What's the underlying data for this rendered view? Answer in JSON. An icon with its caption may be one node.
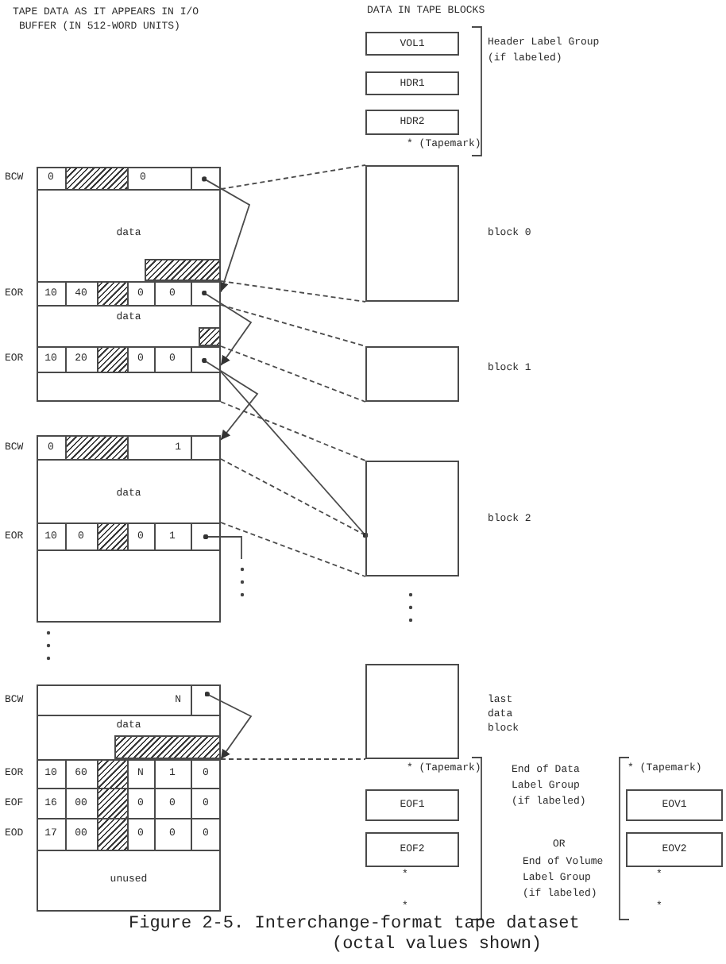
{
  "diagram": {
    "caption": "Figure 2-5. Interchange-format tape dataset (octal values shown)",
    "nodes": [
      {
        "text": [
          "BCW"
        ]
      },
      {
        "text": [
          "0"
        ],
        "in": 0
      },
      {
        "text": [],
        "shape": "box",
        "in": 0
      },
      {
        "text": [
          "0"
        ],
        "in": 0
      },
      {
        "text": [],
        "shape": "box",
        "in": 0
      },
      {
        "text": [
          "data"
        ]
      },
      {
        "text": [],
        "shape": "box",
        "in": 5
      },
      {
        "text": [
          "EOR"
        ]
      },
      {
        "text": [
          "10"
        ],
        "in": 7
      },
      {
        "text": [
          "40"
        ],
        "in": 7
      },
      {
        "text": [],
        "shape": "box",
        "in": 7
      },
      {
        "text": [
          "0"
        ],
        "in": 7
      },
      {
        "text": [
          "0"
        ],
        "in": 7
      },
      {
        "text": [],
        "shape": "box",
        "in": 7
      },
      {
        "text": [
          "data"
        ]
      },
      {
        "text": [],
        "shape": "box",
        "in": 14
      },
      {
        "text": [
          "EOR"
        ]
      },
      {
        "text": [
          "10"
        ],
        "in": 16
      },
      {
        "text": [
          "20"
        ],
        "in": 16
      },
      {
        "text": [],
        "shape": "box",
        "in": 16
      },
      {
        "text": [
          "0"
        ],
        "in": 16
      },
      {
        "text": [
          "0"
        ],
        "in": 16
      },
      {
        "text": [],
        "shape": "box",
        "in": 16
      },
      {
        "text": [],
        "shape": "box"
      },
      {
        "text": [
          "BCW"
        ]
      },
      {
        "text": [
          "0"
        ],
        "in": 24
      },
      {
        "text": [],
        "shape": "box",
        "in": 24
      },
      {
        "text": [
          "1"
        ],
        "in": 24
      },
      {
        "text": [],
        "shape": "box",
        "in": 24
      },
      {
        "text": [
          "data"
        ]
      },
      {
        "text": [
          "EOR"
        ]
      },
      {
        "text": [
          "10"
        ],
        "in": 30
      },
      {
        "text": [
          "0"
        ],
        "in": 30
      },
      {
        "text": [],
        "shape": "box",
        "in": 30
      },
      {
        "text": [
          "0"
        ],
        "in": 30
      },
      {
        "text": [
          "1"
        ],
        "in": 30
      },
      {
        "text": [],
        "shape": "box",
        "in": 30
      },
      {
        "text": [],
        "shape": "box"
      },
      {
        "text": [
          "BCW"
        ]
      },
      {
        "text": [
          "N"
        ],
        "in": 38
      },
      {
        "text": [],
        "shape": "box",
        "in": 38
      },
      {
        "text": [
          "data"
        ]
      },
      {
        "text": [],
        "shape": "box",
        "in": 41
      },
      {
        "text": [
          "EOR"
        ]
      },
      {
        "text": [
          "10"
        ],
        "in": 43
      },
      {
        "text": [
          "60"
        ],
        "in": 43
      },
      {
        "text": [],
        "shape": "box",
        "in": 43
      },
      {
        "text": [
          "N"
        ],
        "in": 43
      },
      {
        "text": [
          "1"
        ],
        "in": 43
      },
      {
        "text": [
          "0"
        ],
        "in": 43
      },
      {
        "text": [
          "EOF"
        ]
      },
      {
        "text": [
          "16"
        ],
        "in": 50
      },
      {
        "text": [
          "00"
        ],
        "in": 50
      },
      {
        "text": [],
        "shape": "box",
        "in": 50
      },
      {
        "text": [
          "0"
        ],
        "in": 50
      },
      {
        "text": [
          "0"
        ],
        "in": 50
      },
      {
        "text": [
          "0"
        ],
        "in": 50
      },
      {
        "text": [
          "EOD"
        ]
      },
      {
        "text": [
          "17"
        ],
        "in": 57
      },
      {
        "text": [
          "00"
        ],
        "in": 57
      },
      {
        "text": [],
        "shape": "box",
        "in": 57
      },
      {
        "text": [
          "0"
        ],
        "in": 57
      },
      {
        "text": [
          "0"
        ],
        "in": 57
      },
      {
        "text": [
          "0"
        ],
        "in": 57
      },
      {
        "text": [
          "unused"
        ]
      },
      {
        "text": [
          "VOL1"
        ]
      },
      {
        "text": [
          "HDR1"
        ]
      },
      {
        "text": [
          "HDR2"
        ]
      },
      {
        "text": [],
        "shape": "box",
        "beside": [
          "block 0"
        ]
      },
      {
        "text": [],
        "shape": "box",
        "beside": [
          "block 1"
        ]
      },
      {
        "text": [],
        "shape": "box",
        "beside": [
          "block 2"
        ]
      },
      {
        "text": [],
        "shape": "box",
        "beside": [
          "last data block"
        ]
      },
      {
        "text": [
          "EOF1"
        ]
      },
      {
        "text": [
          "EOF2"
        ]
      },
      {
        "text": [
          "EOV1"
        ]
      },
      {
        "text": [
          "EOV2"
        ]
      }
    ],
    "edges": [
      {
        "from": 4,
        "to": 13,
        "arrow": "to"
      },
      {
        "from": 13,
        "to": 22,
        "arrow": "to"
      },
      {
        "from": 22,
        "to": 28,
        "arrow": "to"
      },
      {
        "from": 36,
        "to": null,
        "arrow": "other"
      },
      {
        "from": 40,
        "to": 49,
        "arrow": "to"
      },
      {
        "from": 0,
        "to": 68,
        "arrow": "none",
        "style": "dashed"
      },
      {
        "from": 7,
        "to": 68,
        "arrow": "none",
        "style": "dashed"
      },
      {
        "from": 7,
        "to": 69,
        "arrow": "none",
        "style": "dashed"
      },
      {
        "from": 16,
        "to": 69,
        "arrow": "none",
        "style": "dashed"
      },
      {
        "from": 70,
        "to": 16,
        "arrow": "other"
      },
      {
        "from": 23,
        "to": 70,
        "arrow": "none",
        "style": "dashed"
      },
      {
        "from": 70,
        "to": 24,
        "arrow": "other",
        "style": "dashed"
      },
      {
        "from": 30,
        "to": 70,
        "arrow": "none",
        "style": "dashed"
      },
      {
        "from": 43,
        "to": 71,
        "arrow": "none",
        "style": "dashed"
      }
    ],
    "labels": [
      "TAPE DATA AS IT APPEARS IN I/O BUFFER (IN 512-WORD UNITS)",
      "DATA IN TAPE BLOCKS",
      "Header Label Group (if labeled)",
      "* (Tapemark)",
      "* (Tapemark)",
      "End of Data Label Group (if labeled)",
      "* (Tapemark)",
      "OR",
      "End of Volume Label Group (if labeled)",
      "*",
      "*",
      "*",
      "*"
    ]
  }
}
